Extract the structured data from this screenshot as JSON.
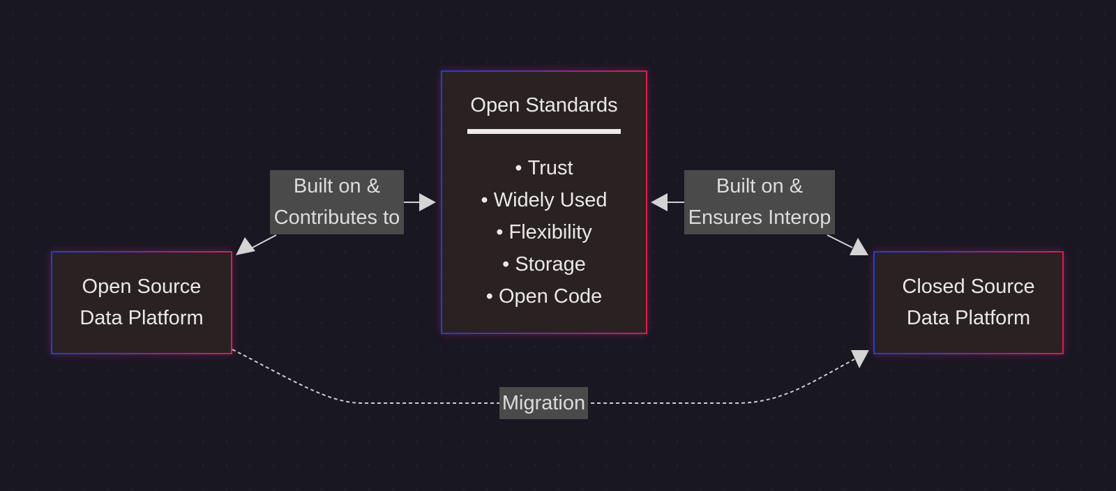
{
  "diagram": {
    "nodes": {
      "open_source": {
        "lines": [
          "Open Source",
          "Data Platform"
        ]
      },
      "closed_source": {
        "lines": [
          "Closed Source",
          "Data Platform"
        ]
      },
      "open_standards": {
        "title": "Open Standards",
        "items": [
          "Trust",
          "Widely Used",
          "Flexibility",
          "Storage",
          "Open Code"
        ]
      }
    },
    "edges": {
      "left": {
        "lines": [
          "Built on &",
          "Contributes to"
        ]
      },
      "right": {
        "lines": [
          "Built on &",
          "Ensures Interop"
        ]
      },
      "migration": {
        "label": "Migration"
      }
    },
    "colors": {
      "background": "#181722",
      "node_fill": "#2a2222",
      "border_start": "#1d3fd8",
      "border_end": "#e01c4a",
      "edge": "#d4d4d4",
      "label_fill": "#4b4a4a"
    }
  }
}
